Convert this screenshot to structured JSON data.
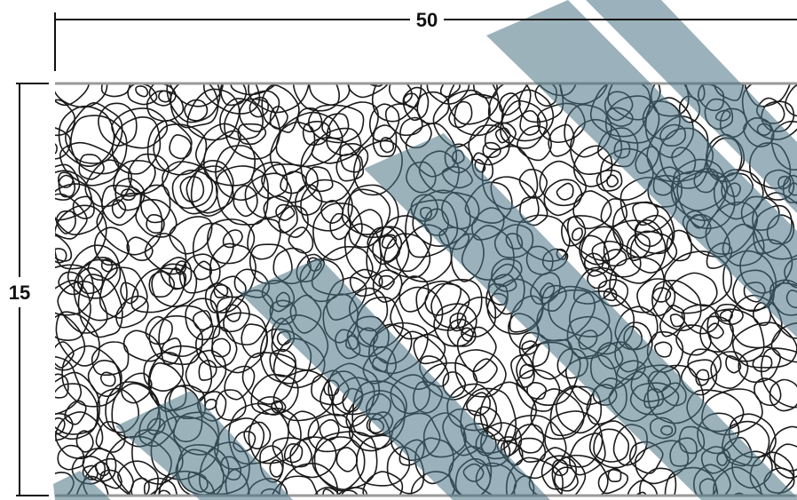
{
  "dimensions": {
    "width_label": "50",
    "height_label": "15"
  },
  "colors": {
    "line": "#111111",
    "pebble_outline": "#1a1a1a",
    "band_edge": "#9a9a9a",
    "watermark": "#4a7284"
  },
  "pattern": {
    "description_name": "pebble-texture",
    "watermark_shape": "diagonal-stripes"
  }
}
